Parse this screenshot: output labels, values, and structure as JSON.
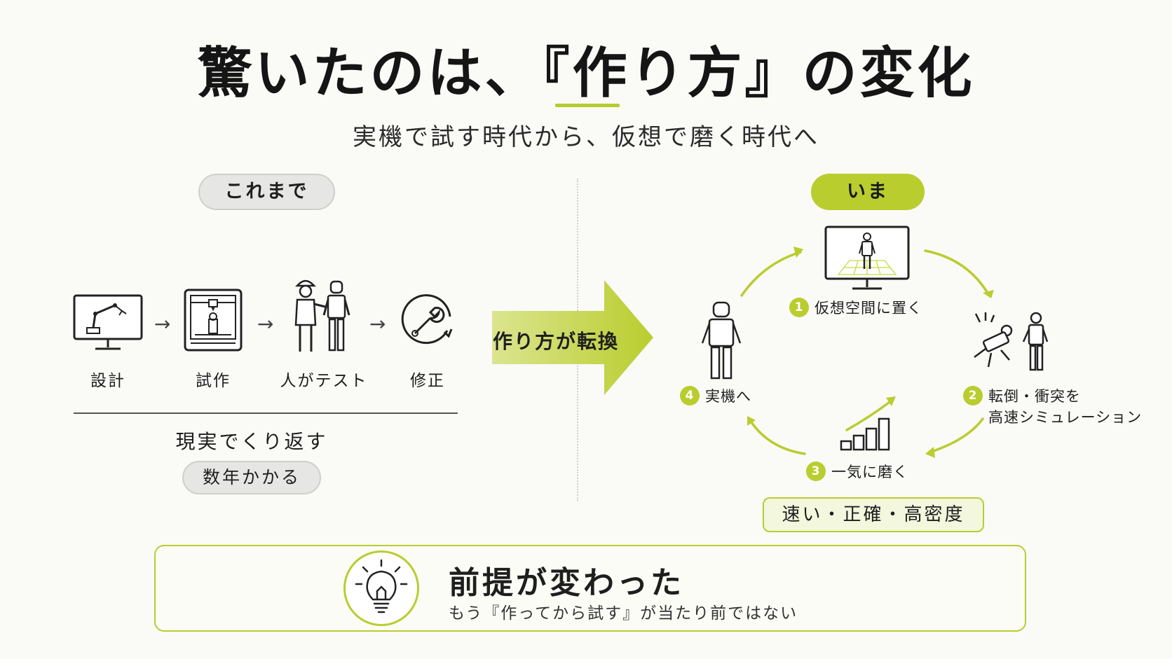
{
  "title": "驚いたのは、『作り方』の変化",
  "subtitle": "実機で試す時代から、仮想で磨く時代へ",
  "before": {
    "label": "これまで",
    "steps": [
      "設計",
      "試作",
      "人がテスト",
      "修正"
    ],
    "repeat_text": "現実でくり返す",
    "duration": "数年かかる"
  },
  "transition": {
    "label": "作り方が転換"
  },
  "now": {
    "label": "いま",
    "cycle": [
      {
        "number": "1",
        "text": "仮想空間に置く"
      },
      {
        "number": "2",
        "text": "転倒・衝突を",
        "text2": "高速シミュレーション"
      },
      {
        "number": "3",
        "text": "一気に磨く"
      },
      {
        "number": "4",
        "text": "実機へ"
      }
    ],
    "qualities": "速い・正確・高密度"
  },
  "conclusion": {
    "title": "前提が変わった",
    "subtitle": "もう『作ってから試す』が当たり前ではない"
  },
  "colors": {
    "accent": "#b9cd2e",
    "pill_gray": "#e6e6e4",
    "text": "#1e1e1e"
  }
}
